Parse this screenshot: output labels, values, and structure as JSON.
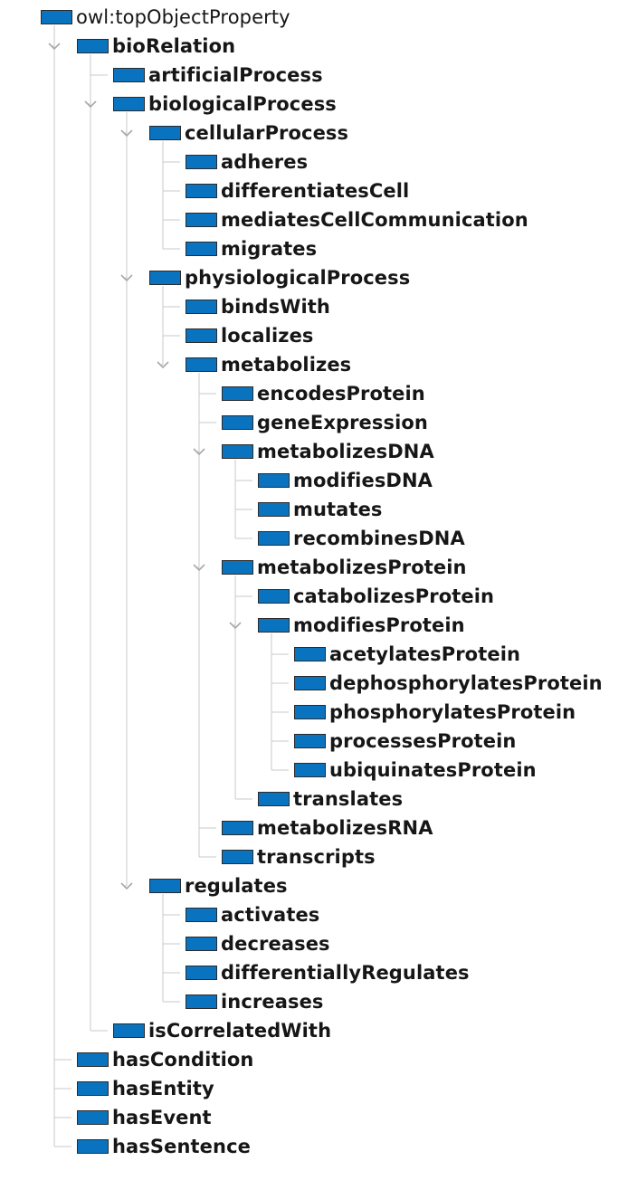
{
  "tree": {
    "label": "owl:topObjectProperty",
    "icon": "object-property-icon",
    "expanded": true,
    "children": [
      {
        "label": "bioRelation",
        "expanded": true,
        "children": [
          {
            "label": "artificialProcess"
          },
          {
            "label": "biologicalProcess",
            "expanded": true,
            "children": [
              {
                "label": "cellularProcess",
                "expanded": true,
                "children": [
                  {
                    "label": "adheres"
                  },
                  {
                    "label": "differentiatesCell"
                  },
                  {
                    "label": "mediatesCellCommunication"
                  },
                  {
                    "label": "migrates"
                  }
                ]
              },
              {
                "label": "physiologicalProcess",
                "expanded": true,
                "children": [
                  {
                    "label": "bindsWith"
                  },
                  {
                    "label": "localizes"
                  },
                  {
                    "label": "metabolizes",
                    "expanded": true,
                    "children": [
                      {
                        "label": "encodesProtein"
                      },
                      {
                        "label": "geneExpression"
                      },
                      {
                        "label": "metabolizesDNA",
                        "expanded": true,
                        "children": [
                          {
                            "label": "modifiesDNA"
                          },
                          {
                            "label": "mutates"
                          },
                          {
                            "label": "recombinesDNA"
                          }
                        ]
                      },
                      {
                        "label": "metabolizesProtein",
                        "expanded": true,
                        "children": [
                          {
                            "label": "catabolizesProtein"
                          },
                          {
                            "label": "modifiesProtein",
                            "expanded": true,
                            "children": [
                              {
                                "label": "acetylatesProtein"
                              },
                              {
                                "label": "dephosphorylatesProtein"
                              },
                              {
                                "label": "phosphorylatesProtein"
                              },
                              {
                                "label": "processesProtein"
                              },
                              {
                                "label": "ubiquinatesProtein"
                              }
                            ]
                          },
                          {
                            "label": "translates"
                          }
                        ]
                      },
                      {
                        "label": "metabolizesRNA"
                      },
                      {
                        "label": "transcripts"
                      }
                    ]
                  }
                ]
              },
              {
                "label": "regulates",
                "expanded": true,
                "children": [
                  {
                    "label": "activates"
                  },
                  {
                    "label": "decreases"
                  },
                  {
                    "label": "differentiallyRegulates"
                  },
                  {
                    "label": "increases"
                  }
                ]
              }
            ]
          },
          {
            "label": "isCorrelatedWith"
          }
        ]
      },
      {
        "label": "hasCondition"
      },
      {
        "label": "hasEntity"
      },
      {
        "label": "hasEvent"
      },
      {
        "label": "hasSentence"
      }
    ]
  },
  "colors": {
    "icon_fill": "#0a73c0",
    "icon_border": "#2b2b2b",
    "guide_line": "#c8c8c8",
    "toggle": "#a9a9a9",
    "text": "#161616",
    "background": "#ffffff"
  }
}
